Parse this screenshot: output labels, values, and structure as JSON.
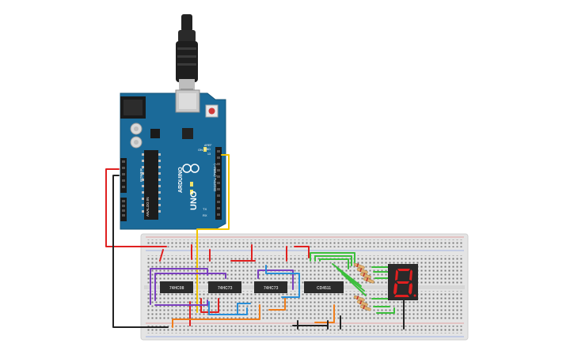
{
  "arduino": {
    "brand": "ARDUINO",
    "model": "UNO",
    "power_header": "POWER",
    "analog_header": "ANALOG IN",
    "digital_header": "DIGITAL (PWM~)",
    "on_label": "ON",
    "tx_label": "TX",
    "rx_label": "RX",
    "aref_label": "AREF",
    "gnd_label": "GND",
    "pin13_label": "13"
  },
  "chips": [
    {
      "label": "74HC08"
    },
    {
      "label": "74HC73"
    },
    {
      "label": "74HC73"
    },
    {
      "label": "CD4511"
    }
  ],
  "display": {
    "digit": "8"
  },
  "colors": {
    "board": "#1b6a99",
    "breadboard": "#e4e4e4",
    "wire_red": "#e02020",
    "wire_black": "#222222",
    "wire_yellow": "#f2c400",
    "wire_purple": "#7b3fbf",
    "wire_orange": "#f07d1a",
    "wire_blue": "#2a8fd8",
    "wire_green": "#3cbf3c",
    "segment": "#e02020"
  }
}
